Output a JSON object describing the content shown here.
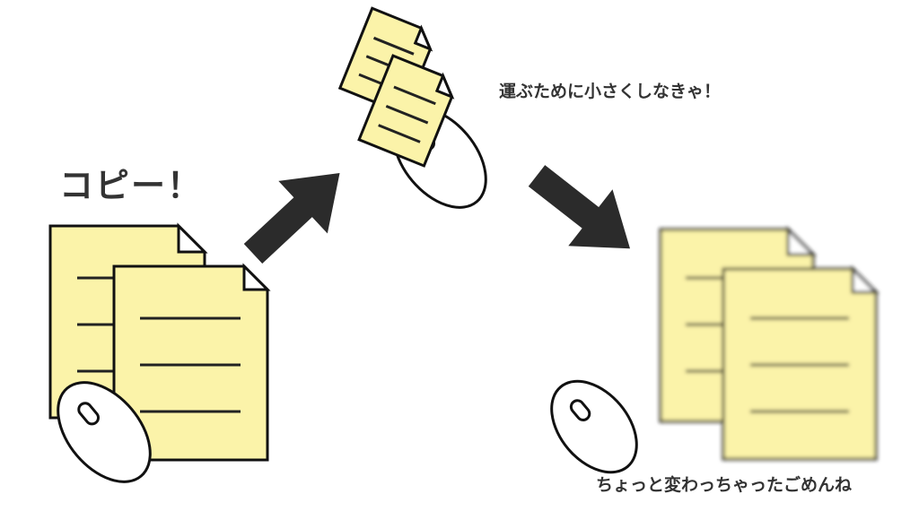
{
  "captions": {
    "copy": "コピー！",
    "shrink": "運ぶために小さくしなきゃ！",
    "sorry": "ちょっと変わっちゃったごめんね"
  },
  "colors": {
    "paper": "#fbf3a9",
    "outline": "#111111",
    "arrow": "#2b2b2b",
    "text": "#333333"
  },
  "icons": [
    "document-icon",
    "mouse-icon",
    "arrow-icon"
  ]
}
